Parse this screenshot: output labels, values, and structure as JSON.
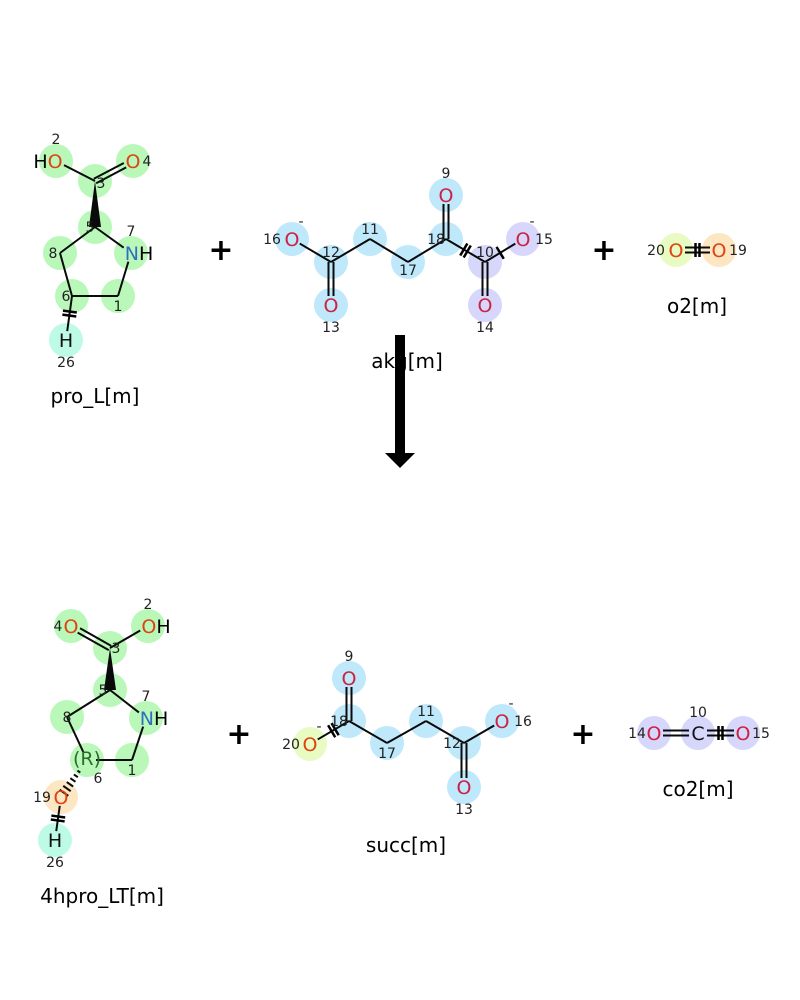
{
  "colors": {
    "green": "#b9f8b9",
    "blue": "#bfe8fb",
    "purple": "#d7d7fb",
    "mint": "#bdfbe6",
    "orange": "#fde6c2",
    "lime": "#e7fbc2",
    "oxygen": "#cc2244",
    "oxygen_alt": "#dd4411",
    "nitrogen": "#2f6fbf",
    "bond": "#0a0a0a"
  },
  "reaction": {
    "plus_sign": "+",
    "arrow_icon": "down-arrow"
  },
  "reactants": [
    {
      "id": "pro_L",
      "name": "pro_L[m]",
      "atoms": [
        {
          "n": "2",
          "sym": "HO",
          "hl": "green",
          "col": "oxygen_alt"
        },
        {
          "n": "4",
          "sym": "O",
          "hl": "green",
          "col": "oxygen_alt"
        },
        {
          "n": "3",
          "sym": "",
          "hl": "green"
        },
        {
          "n": "5",
          "sym": "",
          "hl": "green"
        },
        {
          "n": "7",
          "sym": "NH",
          "hl": "green",
          "col": "nitrogen"
        },
        {
          "n": "8",
          "sym": "",
          "hl": "green"
        },
        {
          "n": "6",
          "sym": "",
          "hl": "green"
        },
        {
          "n": "1",
          "sym": "",
          "hl": "green"
        },
        {
          "n": "26",
          "sym": "H",
          "hl": "mint"
        }
      ],
      "bonds": [
        [
          "2",
          "3",
          1
        ],
        [
          "3",
          "4",
          2
        ],
        [
          "3",
          "5",
          "wedge"
        ],
        [
          "5",
          "7",
          1
        ],
        [
          "5",
          "8",
          1
        ],
        [
          "8",
          "6",
          1
        ],
        [
          "6",
          "1",
          1
        ],
        [
          "1",
          "7",
          1
        ],
        [
          "6",
          "26",
          "cut"
        ]
      ]
    },
    {
      "id": "akg",
      "name": "akg[m]",
      "atoms": [
        {
          "n": "16",
          "sym": "O",
          "hl": "blue",
          "col": "oxygen",
          "charge": "-"
        },
        {
          "n": "12",
          "sym": "",
          "hl": "blue"
        },
        {
          "n": "11",
          "sym": "",
          "hl": "blue"
        },
        {
          "n": "17",
          "sym": "",
          "hl": "blue"
        },
        {
          "n": "18",
          "sym": "",
          "hl": "blue"
        },
        {
          "n": "9",
          "sym": "O",
          "hl": "blue",
          "col": "oxygen"
        },
        {
          "n": "10",
          "sym": "",
          "hl": "purple"
        },
        {
          "n": "15",
          "sym": "O",
          "hl": "purple",
          "col": "oxygen",
          "charge": "-"
        },
        {
          "n": "13",
          "sym": "O",
          "hl": "blue",
          "col": "oxygen"
        },
        {
          "n": "14",
          "sym": "O",
          "hl": "purple",
          "col": "oxygen"
        }
      ],
      "bonds": [
        [
          "16",
          "12",
          1
        ],
        [
          "12",
          "11",
          1
        ],
        [
          "11",
          "17",
          1
        ],
        [
          "17",
          "18",
          1
        ],
        [
          "18",
          "9",
          2
        ],
        [
          "18",
          "10",
          "cut"
        ],
        [
          "10",
          "15",
          "cut1"
        ],
        [
          "12",
          "13",
          2
        ],
        [
          "10",
          "14",
          2
        ]
      ]
    },
    {
      "id": "o2",
      "name": "o2[m]",
      "atoms": [
        {
          "n": "20",
          "sym": "O",
          "hl": "lime",
          "col": "oxygen_alt"
        },
        {
          "n": "19",
          "sym": "O",
          "hl": "orange",
          "col": "oxygen_alt"
        }
      ],
      "bonds": [
        [
          "20",
          "19",
          "dcut"
        ]
      ]
    }
  ],
  "products": [
    {
      "id": "4hpro_LT",
      "name": "4hpro_LT[m]",
      "atoms": [
        {
          "n": "4",
          "sym": "O",
          "hl": "green",
          "col": "oxygen_alt"
        },
        {
          "n": "2",
          "sym": "OH",
          "hl": "green",
          "col": "oxygen_alt"
        },
        {
          "n": "3",
          "sym": "",
          "hl": "green"
        },
        {
          "n": "5",
          "sym": "",
          "hl": "green"
        },
        {
          "n": "7",
          "sym": "NH",
          "hl": "green",
          "col": "nitrogen"
        },
        {
          "n": "8",
          "sym": "",
          "hl": "green"
        },
        {
          "n": "6",
          "sym": "(R)",
          "hl": "green"
        },
        {
          "n": "1",
          "sym": "",
          "hl": "green"
        },
        {
          "n": "19",
          "sym": "O",
          "hl": "orange",
          "col": "oxygen_alt"
        },
        {
          "n": "26",
          "sym": "H",
          "hl": "mint"
        }
      ],
      "bonds": [
        [
          "4",
          "3",
          2
        ],
        [
          "3",
          "2",
          1
        ],
        [
          "3",
          "5",
          "wedge"
        ],
        [
          "5",
          "7",
          1
        ],
        [
          "5",
          "8",
          1
        ],
        [
          "8",
          "6",
          1
        ],
        [
          "6",
          "1",
          1
        ],
        [
          "1",
          "7",
          1
        ],
        [
          "6",
          "19",
          "hash"
        ],
        [
          "19",
          "26",
          "cut"
        ]
      ]
    },
    {
      "id": "succ",
      "name": "succ[m]",
      "atoms": [
        {
          "n": "9",
          "sym": "O",
          "hl": "blue",
          "col": "oxygen"
        },
        {
          "n": "18",
          "sym": "",
          "hl": "blue"
        },
        {
          "n": "17",
          "sym": "",
          "hl": "blue"
        },
        {
          "n": "11",
          "sym": "",
          "hl": "blue"
        },
        {
          "n": "12",
          "sym": "",
          "hl": "blue"
        },
        {
          "n": "16",
          "sym": "O",
          "hl": "blue",
          "col": "oxygen",
          "charge": "-"
        },
        {
          "n": "13",
          "sym": "O",
          "hl": "blue",
          "col": "oxygen"
        },
        {
          "n": "20",
          "sym": "O",
          "hl": "lime",
          "col": "oxygen_alt",
          "charge": "-"
        }
      ],
      "bonds": [
        [
          "9",
          "18",
          2
        ],
        [
          "18",
          "17",
          1
        ],
        [
          "17",
          "11",
          1
        ],
        [
          "11",
          "12",
          1
        ],
        [
          "12",
          "16",
          1
        ],
        [
          "12",
          "13",
          2
        ],
        [
          "18",
          "20",
          "cut"
        ]
      ]
    },
    {
      "id": "co2",
      "name": "co2[m]",
      "atoms": [
        {
          "n": "14",
          "sym": "O",
          "hl": "purple",
          "col": "oxygen"
        },
        {
          "n": "10",
          "sym": "C",
          "hl": "purple"
        },
        {
          "n": "15",
          "sym": "O",
          "hl": "purple",
          "col": "oxygen"
        }
      ],
      "bonds": [
        [
          "14",
          "10",
          2
        ],
        [
          "10",
          "15",
          "dcut"
        ]
      ]
    }
  ]
}
